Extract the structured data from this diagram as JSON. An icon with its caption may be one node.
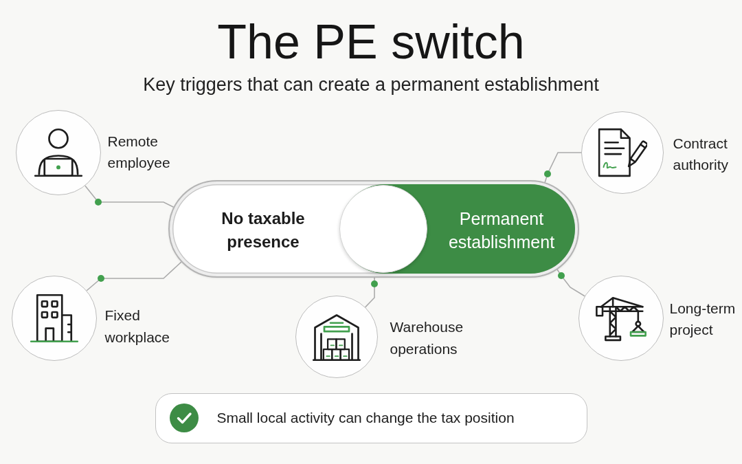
{
  "diagram": {
    "title": "The PE switch",
    "nodes": [
      {
        "text": [],
        "shape": "circle",
        "beside": [
          "Remote employee"
        ]
      },
      {
        "text": [],
        "shape": "circle",
        "beside": [
          "Contract authority"
        ]
      },
      {
        "text": [
          "No taxable presence"
        ]
      },
      {
        "text": [
          "Permanent establishment"
        ],
        "in": 2
      },
      {
        "text": [],
        "shape": "circle",
        "beside": [
          "Fixed workplace"
        ]
      },
      {
        "text": [],
        "shape": "circle",
        "beside": [
          "Warehouse operations"
        ]
      },
      {
        "text": [],
        "shape": "circle",
        "beside": [
          "Long-term project"
        ]
      },
      {
        "text": [
          "Small local activity can change the tax position"
        ]
      }
    ],
    "edges": [
      {
        "from": 0,
        "to": 2,
        "arrow": "none"
      },
      {
        "from": 1,
        "to": 2,
        "arrow": "none"
      },
      {
        "from": 4,
        "to": 2,
        "arrow": "none"
      },
      {
        "from": 5,
        "to": 2,
        "arrow": "none"
      },
      {
        "from": 6,
        "to": 2,
        "arrow": "none"
      }
    ],
    "labels": [
      "Key triggers that can create a permanent establishment"
    ]
  }
}
